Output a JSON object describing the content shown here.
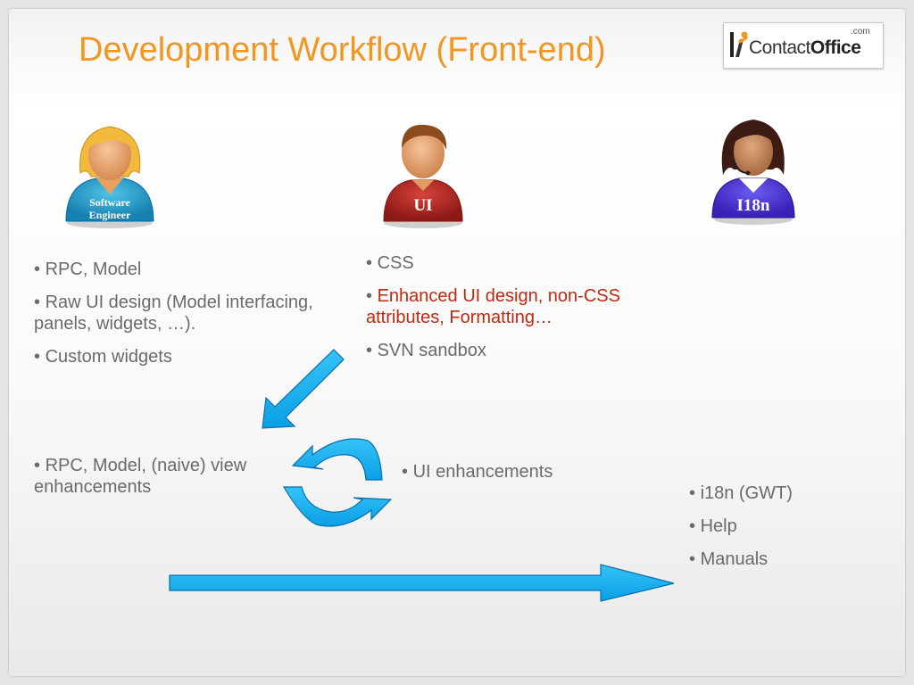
{
  "title": "Development Workflow (Front-end)",
  "logo": {
    "text_regular": "Contact",
    "text_bold": "Office",
    "superscript": ".com"
  },
  "roles": {
    "software_engineer": {
      "label_line1": "Software",
      "label_line2": "Engineer"
    },
    "ui": {
      "label": "UI"
    },
    "i18n": {
      "label": "I18n"
    }
  },
  "columns": {
    "software_engineer_tasks": [
      "RPC, Model",
      "Raw UI design (Model interfacing, panels, widgets, …).",
      "Custom widgets"
    ],
    "ui_tasks": [
      "CSS",
      "Enhanced UI design, non-CSS attributes, Formatting…",
      "SVN sandbox"
    ],
    "iteration_left": "RPC, Model, (naive) view enhancements",
    "iteration_right": "UI enhancements",
    "i18n_tasks": [
      "i18n (GWT)",
      "Help",
      "Manuals"
    ]
  },
  "colors": {
    "title": "#f2961f",
    "arrow_fill": "#1ab0f0",
    "highlight_text": "#c0280f",
    "body_text": "#6a6a6a"
  },
  "icons": [
    "woman-engineer-icon",
    "man-ui-icon",
    "woman-headset-icon",
    "cycle-arrows-icon",
    "down-left-arrow-icon",
    "right-arrow-icon"
  ]
}
